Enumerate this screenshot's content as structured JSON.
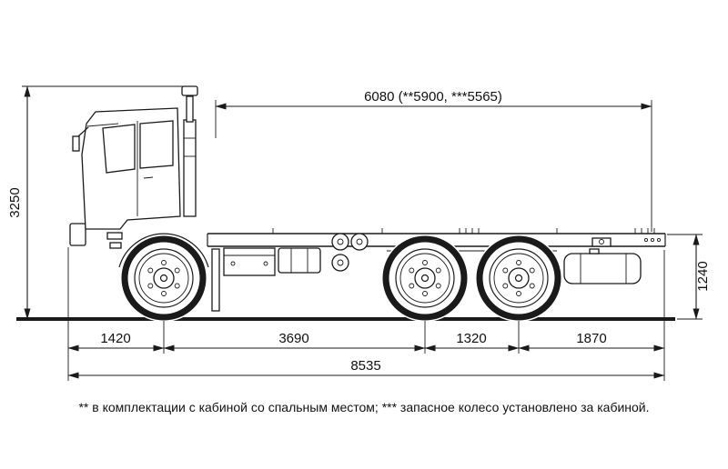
{
  "colors": {
    "ink": "#1a1a1a",
    "background": "#ffffff"
  },
  "drawing": {
    "subject": "truck-chassis-side-view"
  },
  "dimensions": {
    "top_length": "6080 (**5900, ***5565)",
    "overall_height": "3250",
    "frame_height": "1240",
    "front_overhang": "1420",
    "wheelbase_front": "3690",
    "wheelbase_rear": "1320",
    "rear_overhang": "1870",
    "overall_length": "8535"
  },
  "footnote": "** в комплектации с кабиной со спальным местом; *** запасное колесо установлено за кабиной."
}
